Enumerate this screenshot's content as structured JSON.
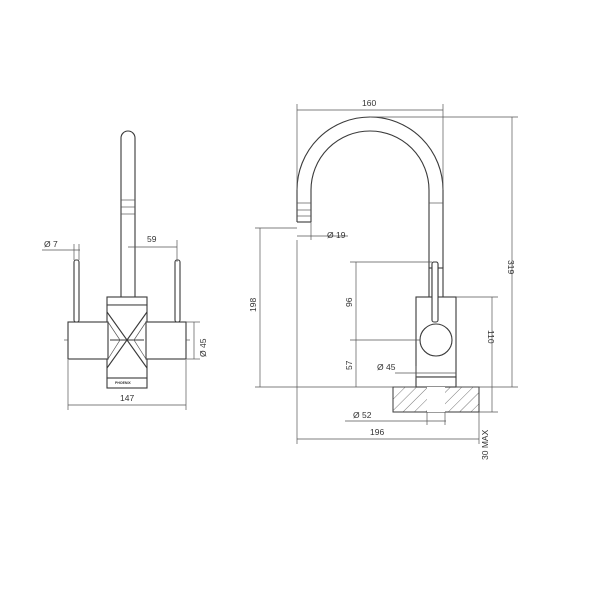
{
  "front_view": {
    "handle_diameter": "Ø 7",
    "handle_spacing": "59",
    "body_diameter": "Ø 45",
    "overall_width": "147",
    "brand_mark": "PHOENIX"
  },
  "side_view": {
    "spout_reach_top": "160",
    "spout_outlet_diameter": "Ø 19",
    "outlet_height": "198",
    "overall_height": "319",
    "handle_height": "96",
    "body_height": "110",
    "base_height": "57",
    "body_diameter": "Ø 45",
    "base_diameter": "Ø 52",
    "overall_reach": "196",
    "max_mounting_thickness": "30 MAX"
  }
}
